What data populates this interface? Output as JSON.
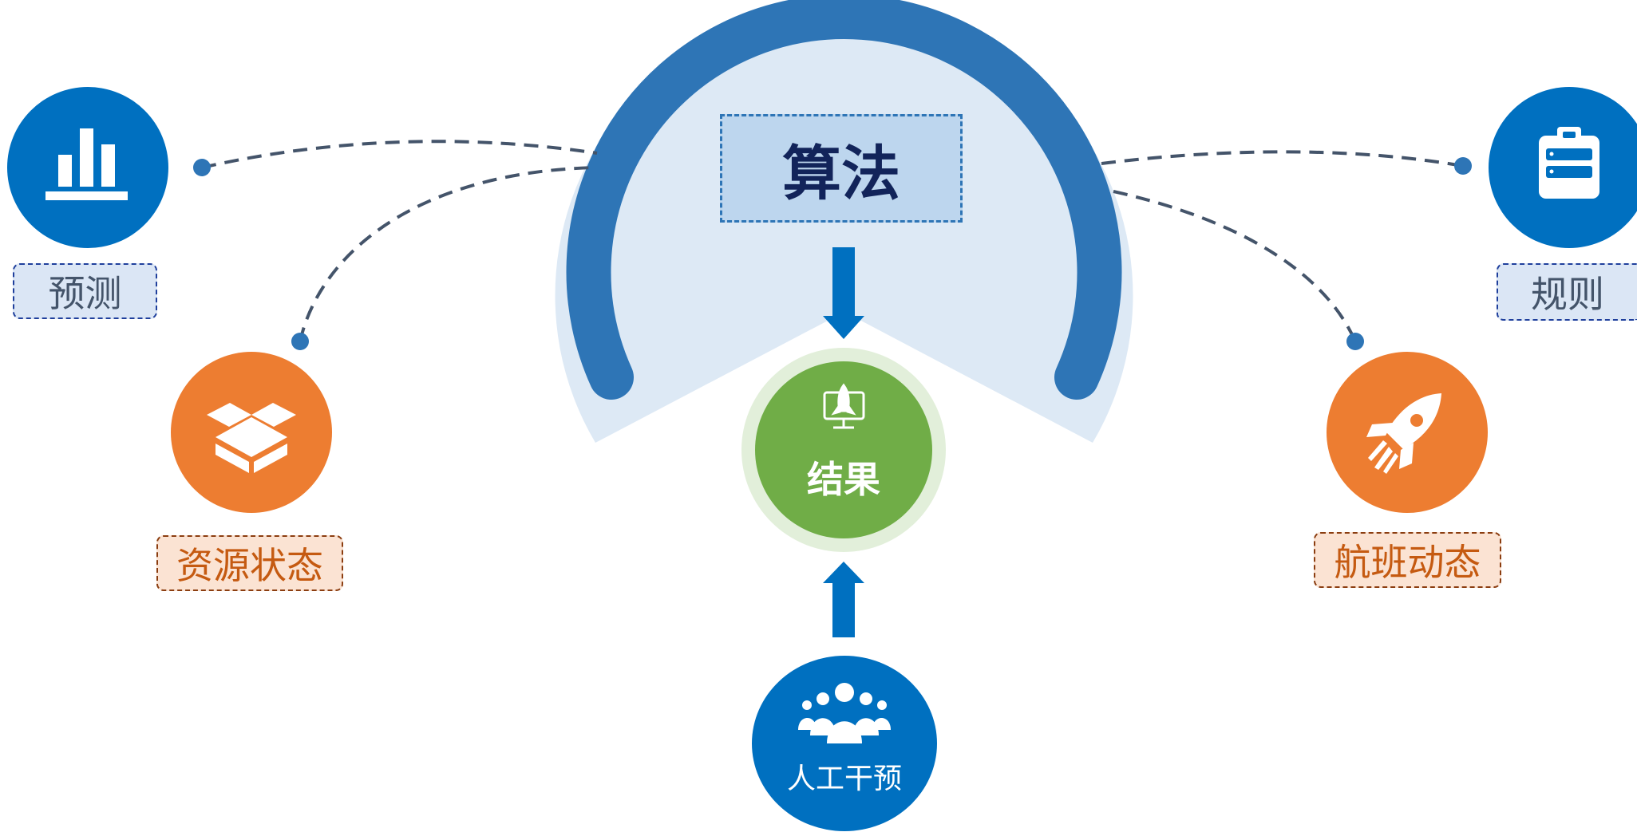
{
  "diagram": {
    "center_label": "算法",
    "result_label": "结果",
    "human_label": "人工干预",
    "inputs": [
      {
        "label": "预测",
        "icon": "bar-chart-icon",
        "color": "#0070c0"
      },
      {
        "label": "资源状态",
        "icon": "open-box-icon",
        "color": "#ed7d31"
      },
      {
        "label": "规则",
        "icon": "clipboard-icon",
        "color": "#0070c0"
      },
      {
        "label": "航班动态",
        "icon": "rocket-icon",
        "color": "#ed7d31"
      }
    ],
    "result_icon": "monitor-rocket-icon",
    "human_icon": "people-group-icon"
  },
  "colors": {
    "primary_blue": "#0070c0",
    "arc_blue": "#2e75b6",
    "halo_blue": "#dde9f5",
    "orange": "#ed7d31",
    "green": "#70ad47",
    "green_halo": "#e2efda",
    "connector": "#44546a"
  }
}
